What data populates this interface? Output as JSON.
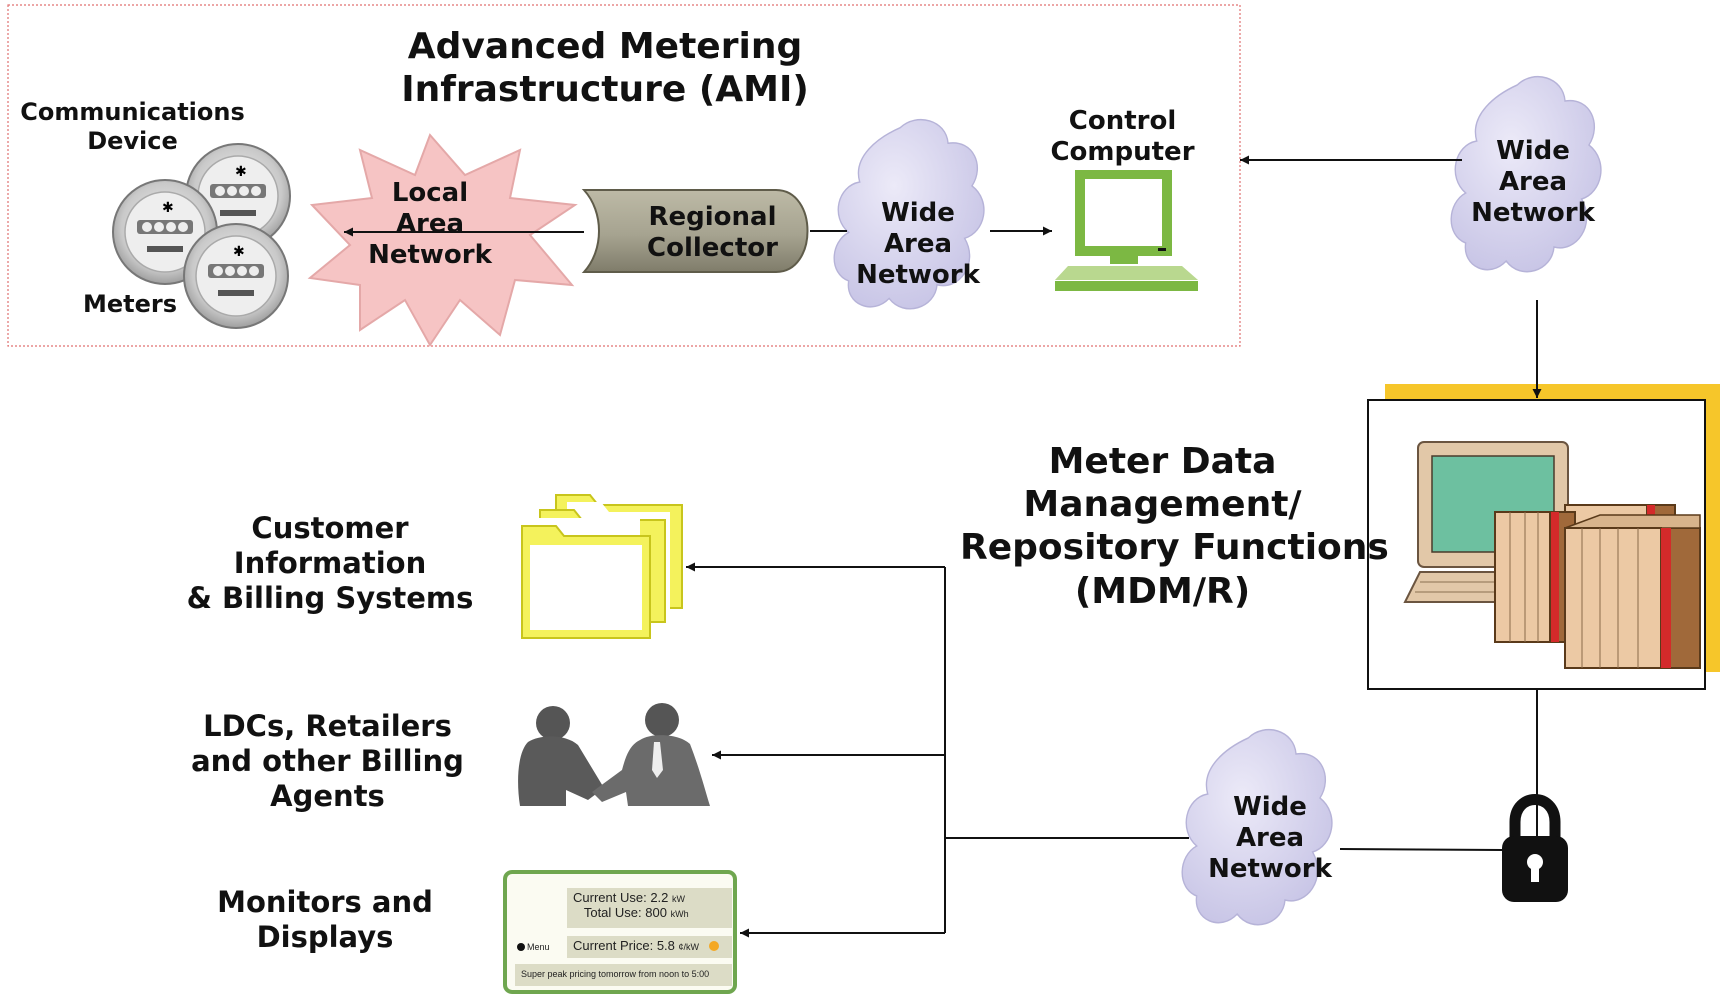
{
  "ami": {
    "title_line1": "Advanced Metering",
    "title_line2": "Infrastructure (AMI)",
    "comm_device_line1": "Communications",
    "comm_device_line2": "Device",
    "meters_label": "Meters",
    "lan_line1": "Local",
    "lan_line2": "Area",
    "lan_line3": "Network",
    "collector_line1": "Regional",
    "collector_line2": "Collector",
    "wan_line1": "Wide",
    "wan_line2": "Area",
    "wan_line3": "Network",
    "control_line1": "Control",
    "control_line2": "Computer"
  },
  "wan_right": {
    "line1": "Wide",
    "line2": "Area",
    "line3": "Network"
  },
  "wan_bottom": {
    "line1": "Wide",
    "line2": "Area",
    "line3": "Network"
  },
  "mdm": {
    "line1": "Meter Data",
    "line2": "Management/",
    "line3": "Repository Functions",
    "line4": "(MDM/R)"
  },
  "consumers": {
    "cis_line1": "Customer",
    "cis_line2": "Information",
    "cis_line3": "& Billing Systems",
    "ldc_line1": "LDCs, Retailers",
    "ldc_line2": "and other Billing",
    "ldc_line3": "Agents",
    "mon_line1": "Monitors and",
    "mon_line2": "Displays"
  },
  "display_panel": {
    "current_use_label": "Current Use:",
    "current_use_value": "2.2",
    "current_use_unit": "kW",
    "total_use_label": "Total Use:",
    "total_use_value": "800",
    "total_use_unit": "kWh",
    "menu_label": "Menu",
    "price_label": "Current Price:",
    "price_value": "5.8",
    "price_unit": "¢/kW",
    "footer": "Super peak pricing tomorrow from noon to 5:00"
  },
  "colors": {
    "ami_border": "#e07070",
    "lan_fill": "#f6c4c4",
    "collector_fill": "#a6a390",
    "cloud_fill": "#d4d2ec",
    "monitor_green": "#7cb843",
    "folder_yellow": "#f4f25c",
    "mdm_accent": "#f6c62a",
    "display_border": "#6fa64f"
  }
}
